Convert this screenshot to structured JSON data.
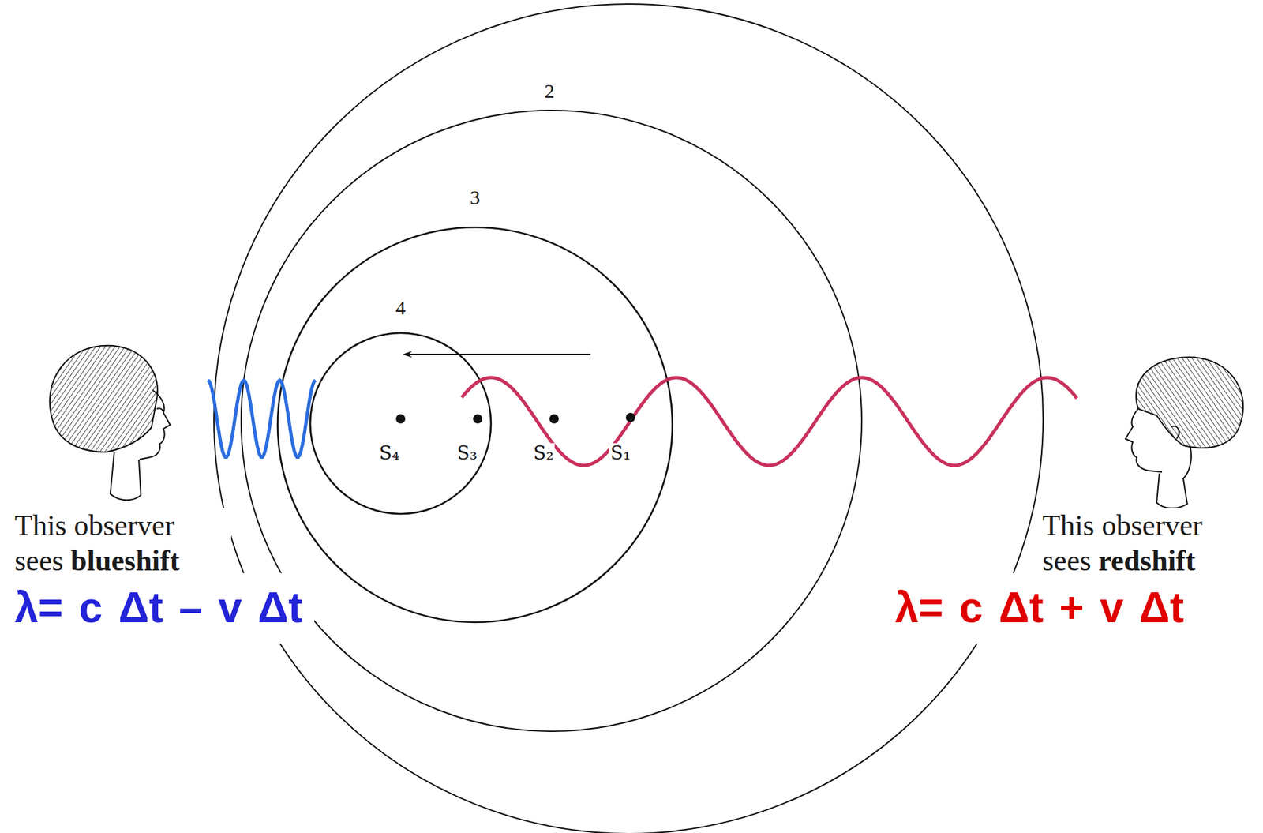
{
  "diagram": {
    "labels": [
      "2",
      "3",
      "4",
      "S₄",
      "S₃",
      "S₂",
      "S₁",
      "This observer sees",
      "blueshift",
      "This observer sees",
      "redshift",
      "λ= c Δt – v Δt",
      "λ= c Δt + v Δt"
    ]
  }
}
